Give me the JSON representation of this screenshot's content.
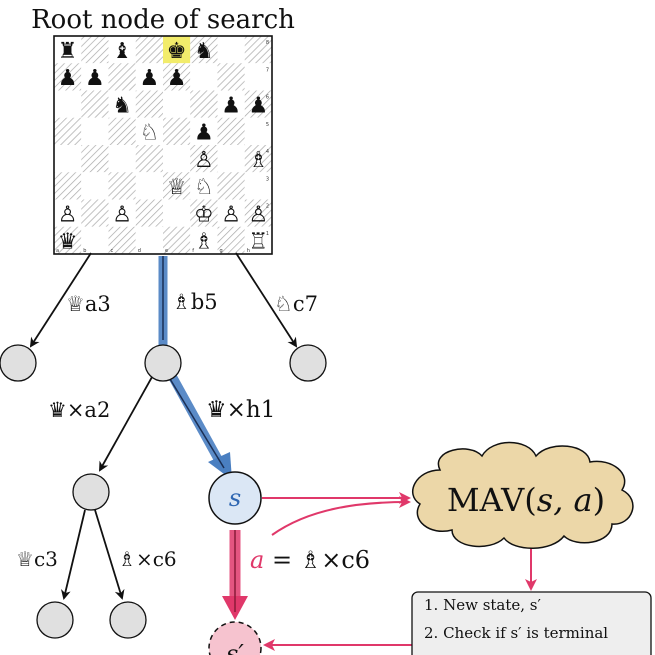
{
  "title": "Root node of search",
  "board": {
    "highlight_color": "#f2ec6b",
    "light_square": "#ffffff",
    "dark_square_hatch": "#b8b8b8",
    "ranks": [
      [
        "r",
        "",
        "b",
        "",
        "k",
        "n",
        "",
        ""
      ],
      [
        "p",
        "p",
        "",
        "p",
        "p",
        "",
        "",
        ""
      ],
      [
        "",
        "",
        "n",
        "",
        "",
        "",
        "p",
        "p"
      ],
      [
        "",
        "",
        "",
        "N",
        "",
        "p",
        "",
        ""
      ],
      [
        "",
        "",
        "",
        "",
        "",
        "P",
        "",
        "B"
      ],
      [
        "",
        "",
        "",
        "",
        "Q",
        "N",
        "",
        ""
      ],
      [
        "P",
        "",
        "P",
        "",
        "",
        "K",
        "P",
        "P"
      ],
      [
        "q",
        "",
        "",
        "",
        "",
        "B",
        "",
        "R"
      ]
    ],
    "highlighted_square": "e8",
    "file_labels": [
      "a",
      "b",
      "c",
      "d",
      "e",
      "f",
      "g",
      "h"
    ],
    "rank_labels": [
      "8",
      "7",
      "6",
      "5",
      "4",
      "3",
      "2",
      "1"
    ]
  },
  "moves": {
    "root_left": {
      "glyph": "♕",
      "text": "a3"
    },
    "root_mid": {
      "glyph": "♗",
      "text": "b5"
    },
    "root_right": {
      "glyph": "♘",
      "text": "c7"
    },
    "mid_left": {
      "glyph": "♛",
      "text": "×a2"
    },
    "mid_right": {
      "glyph": "♛",
      "text": "×h1"
    },
    "low_left": {
      "glyph": "♕",
      "text": "c3"
    },
    "low_right": {
      "glyph": "♗",
      "text": "×c6"
    }
  },
  "state_label": "s",
  "next_state_label": "s′",
  "action": {
    "var": "a",
    "eq": " = ",
    "glyph": "♗",
    "move": "×c6"
  },
  "mav": {
    "prefix": "MAV(",
    "args": "s, a",
    "suffix": ")"
  },
  "steps": [
    "1.  New state, s′",
    "2.  Check if s′ is terminal"
  ],
  "colors": {
    "path_blue": "#4a7fc1",
    "path_pink": "#e0386a",
    "cloud_fill": "#ecd7a8",
    "node_fill": "#e0e0e0",
    "s_fill": "#dbe7f5",
    "s_prime_fill": "#f6c3cf",
    "box_fill": "#eeeeee"
  }
}
